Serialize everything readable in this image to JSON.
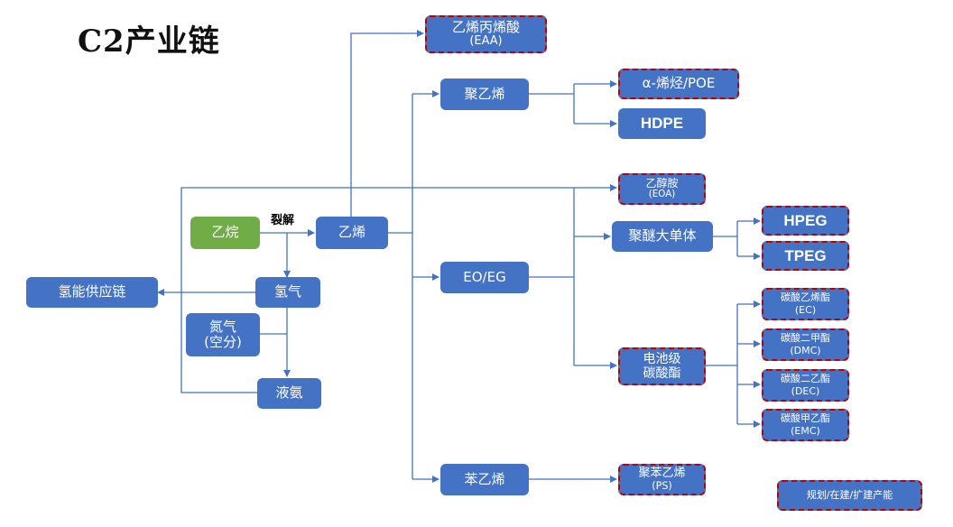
{
  "title": "C2产业链",
  "edge_label": "裂解",
  "nodes": {
    "ethane": {
      "line1": "乙烷",
      "line2": ""
    },
    "ethylene": {
      "line1": "乙烯",
      "line2": ""
    },
    "hydrogen": {
      "line1": "氢气",
      "line2": ""
    },
    "hydrogen_chain": {
      "line1": "氢能供应链",
      "line2": ""
    },
    "nitrogen": {
      "line1": "氮气",
      "line2": "(空分)"
    },
    "liquid_ammonia": {
      "line1": "液氨",
      "line2": ""
    },
    "eaa": {
      "line1": "乙烯丙烯酸",
      "line2": "(EAA)"
    },
    "polyethylene": {
      "line1": "聚乙烯",
      "line2": ""
    },
    "poe": {
      "line1": "α-烯烃/POE",
      "line2": ""
    },
    "hdpe": {
      "line1": "HDPE",
      "line2": ""
    },
    "eoa": {
      "line1": "乙醇胺",
      "line2": "(EOA)"
    },
    "polyether": {
      "line1": "聚醚大单体",
      "line2": ""
    },
    "hpeg": {
      "line1": "HPEG",
      "line2": ""
    },
    "tpeg": {
      "line1": "TPEG",
      "line2": ""
    },
    "eoeg": {
      "line1": "EO/EG",
      "line2": ""
    },
    "battery_carbonate": {
      "line1": "电池级",
      "line2": "碳酸酯"
    },
    "ec": {
      "line1": "碳酸乙烯酯",
      "line2": "(EC)"
    },
    "dmc": {
      "line1": "碳酸二甲酯",
      "line2": "(DMC)"
    },
    "dec": {
      "line1": "碳酸二乙酯",
      "line2": "(DEC)"
    },
    "emc": {
      "line1": "碳酸甲乙酯",
      "line2": "(EMC)"
    },
    "styrene": {
      "line1": "苯乙烯",
      "line2": ""
    },
    "ps": {
      "line1": "聚苯乙烯",
      "line2": "(PS)"
    }
  },
  "legend": {
    "label": "规划/在建/扩建产能"
  },
  "colors": {
    "node_fill": "#4472c4",
    "source_fill": "#70ad47",
    "planned_border": "#c00000",
    "edge": "#4472c4"
  }
}
